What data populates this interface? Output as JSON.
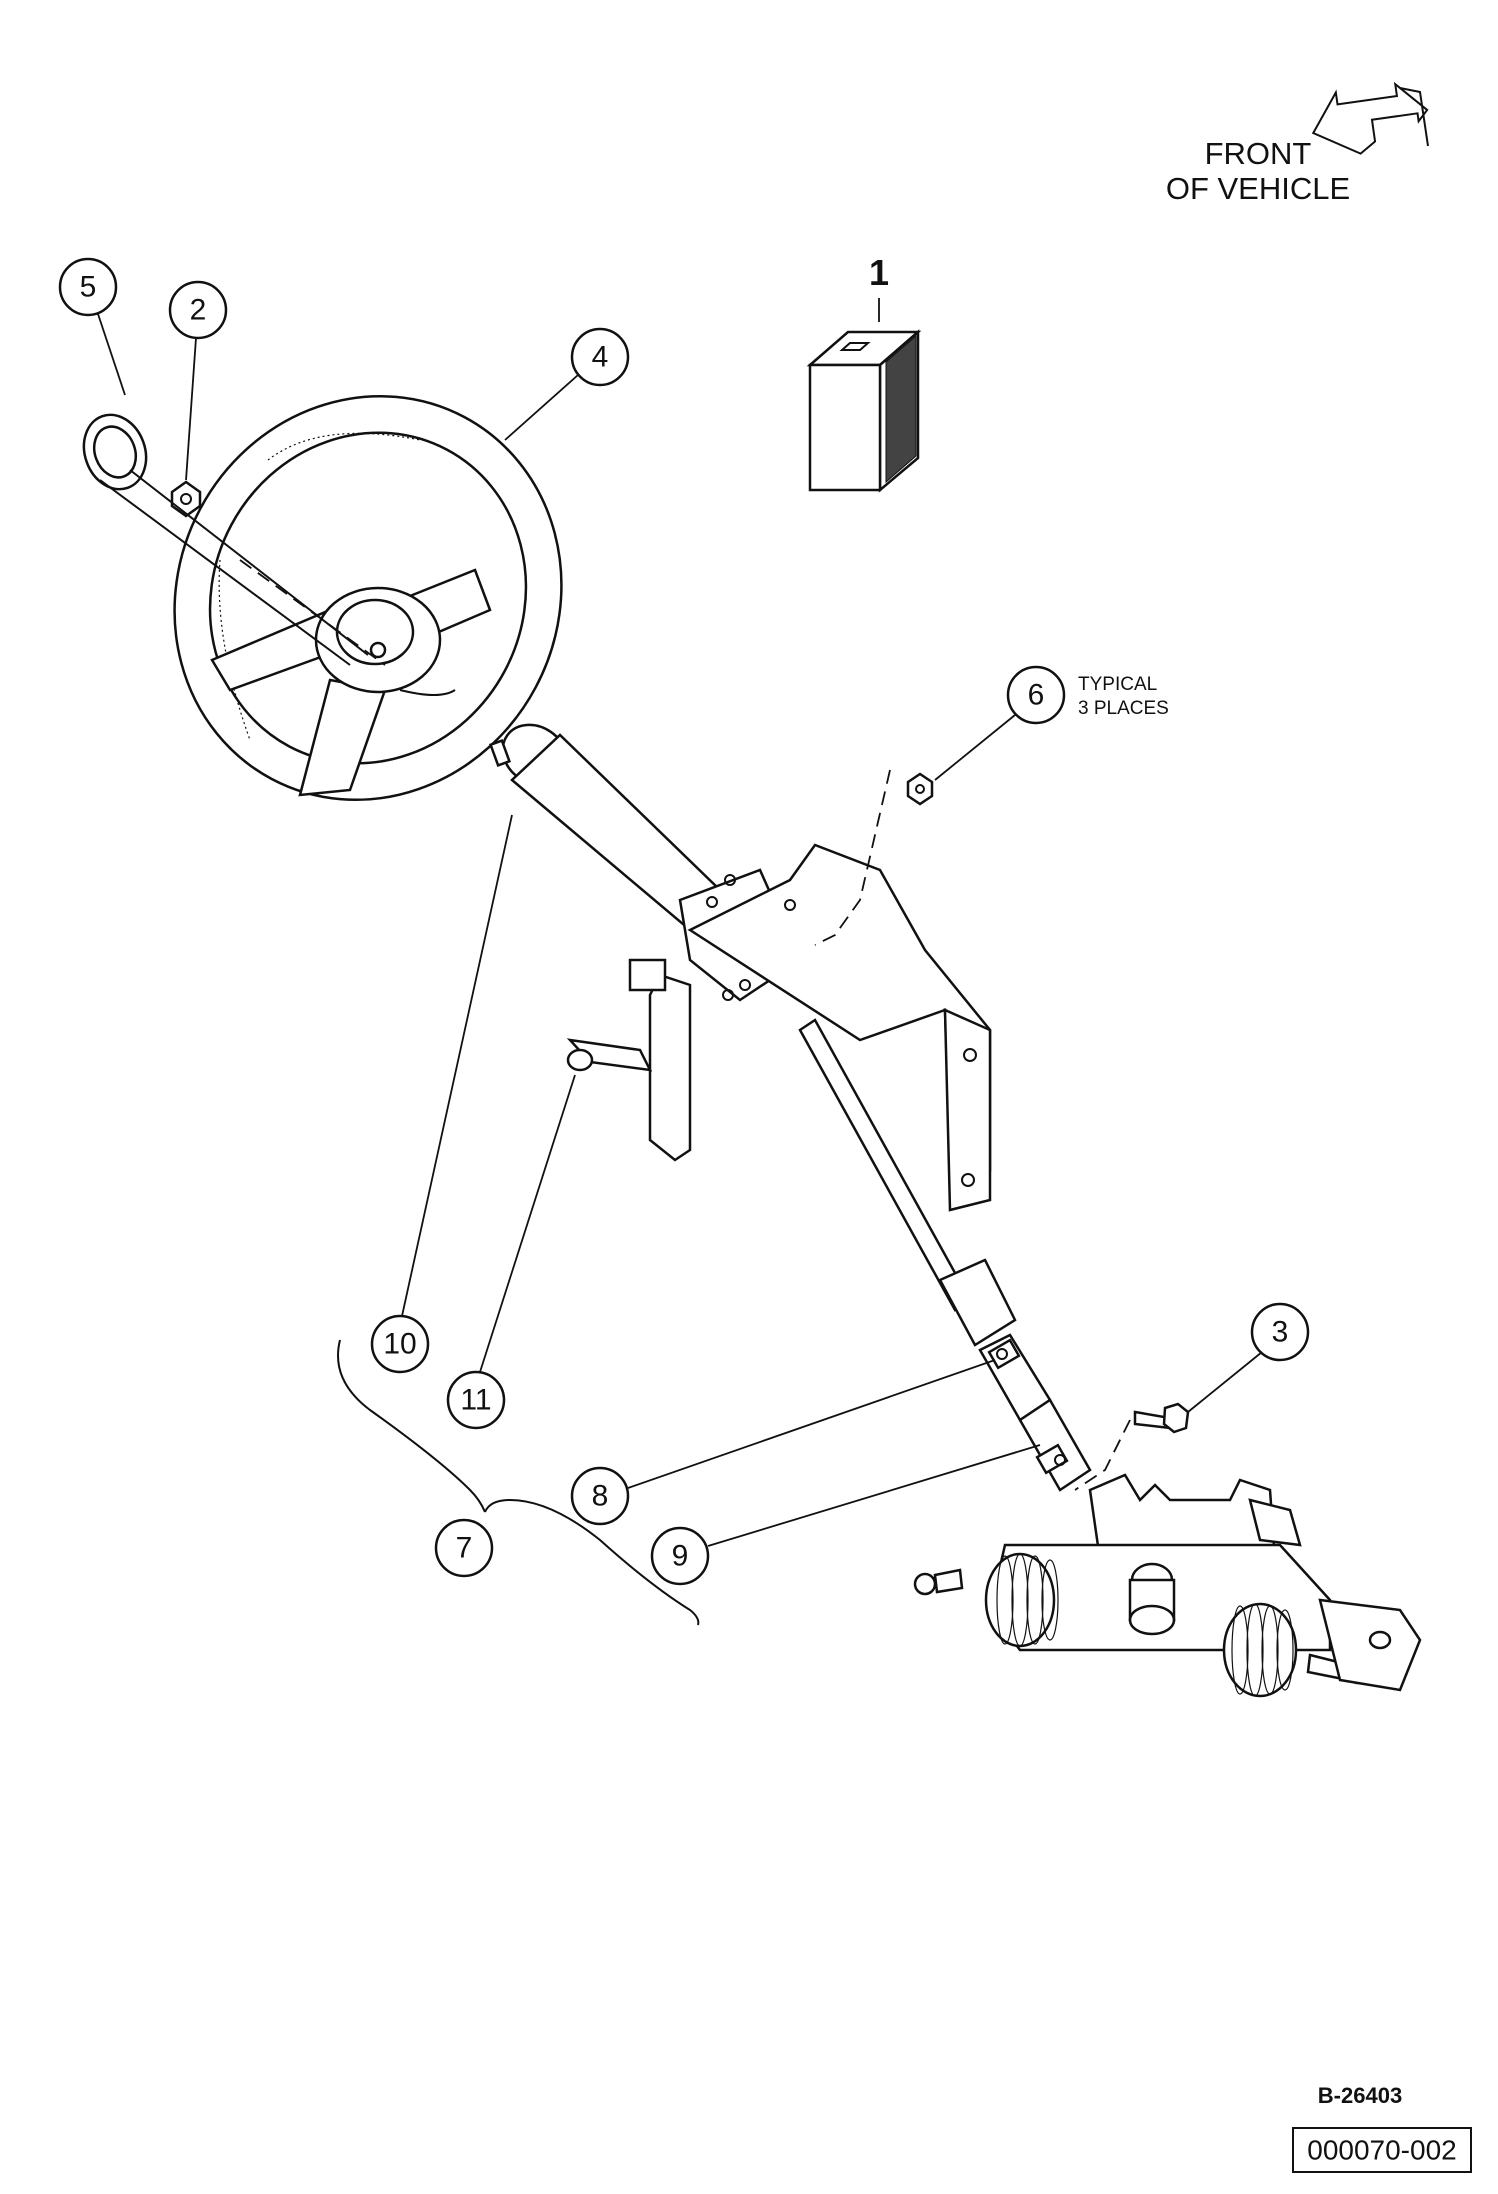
{
  "front_label": {
    "line1": "FRONT",
    "line2": "OF VEHICLE"
  },
  "kit_number": "1",
  "typical_note": {
    "line1": "TYPICAL",
    "line2": "3 PLACES"
  },
  "callouts": [
    "2",
    "3",
    "4",
    "5",
    "6",
    "7",
    "8",
    "9",
    "10",
    "11"
  ],
  "figure_number": "B-26403",
  "document_number": "000070-002"
}
